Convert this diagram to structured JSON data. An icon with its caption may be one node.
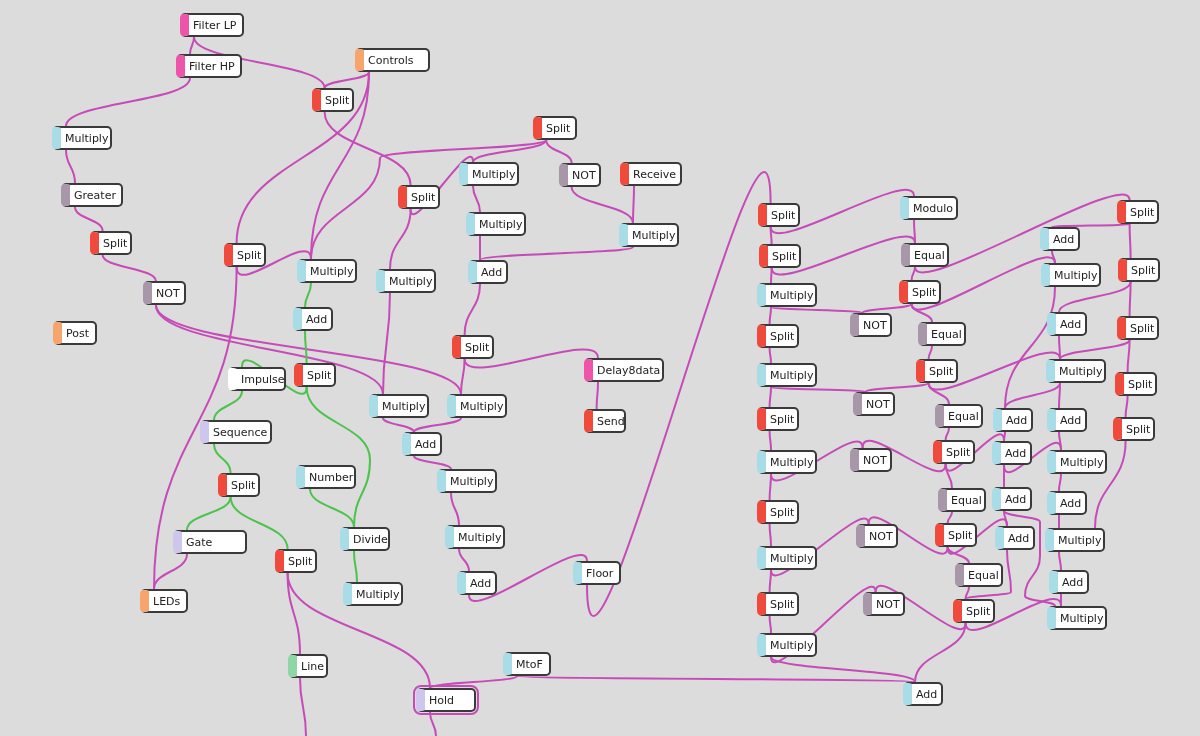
{
  "diagram": {
    "nodes": [
      {
        "text": [
          "Filter LP"
        ]
      },
      {
        "text": [
          "Filter HP"
        ]
      },
      {
        "text": [
          "Controls"
        ]
      },
      {
        "text": [
          "Split"
        ]
      },
      {
        "text": [
          "Multiply"
        ]
      },
      {
        "text": [
          "Split"
        ]
      },
      {
        "text": [
          "Multiply"
        ]
      },
      {
        "text": [
          "NOT"
        ]
      },
      {
        "text": [
          "Receive"
        ]
      },
      {
        "text": [
          "Greater"
        ]
      },
      {
        "text": [
          "Split"
        ]
      },
      {
        "text": [
          "Multiply"
        ]
      },
      {
        "text": [
          "Multiply"
        ]
      },
      {
        "text": [
          "Split"
        ]
      },
      {
        "text": [
          "Split"
        ]
      },
      {
        "text": [
          "Multiply"
        ]
      },
      {
        "text": [
          "Add"
        ]
      },
      {
        "text": [
          "Multiply"
        ]
      },
      {
        "text": [
          "NOT"
        ]
      },
      {
        "text": [
          "Post"
        ]
      },
      {
        "text": [
          "Add"
        ]
      },
      {
        "text": [
          "Split"
        ]
      },
      {
        "text": [
          "Delay8data"
        ]
      },
      {
        "text": [
          "Impulse"
        ]
      },
      {
        "text": [
          "Split"
        ]
      },
      {
        "text": [
          "Multiply"
        ]
      },
      {
        "text": [
          "Multiply"
        ]
      },
      {
        "text": [
          "Send"
        ]
      },
      {
        "text": [
          "Sequence"
        ]
      },
      {
        "text": [
          "Add"
        ]
      },
      {
        "text": [
          "Number"
        ]
      },
      {
        "text": [
          "Multiply"
        ]
      },
      {
        "text": [
          "Split"
        ]
      },
      {
        "text": [
          "Gate"
        ]
      },
      {
        "text": [
          "Divide"
        ]
      },
      {
        "text": [
          "Split"
        ]
      },
      {
        "text": [
          "Multiply"
        ]
      },
      {
        "text": [
          "Add"
        ]
      },
      {
        "text": [
          "Floor"
        ]
      },
      {
        "text": [
          "Multiply"
        ]
      },
      {
        "text": [
          "LEDs"
        ]
      },
      {
        "text": [
          "Line"
        ]
      },
      {
        "text": [
          "MtoF"
        ]
      },
      {
        "text": [
          "Hold"
        ]
      },
      {
        "text": [
          "Split"
        ]
      },
      {
        "text": [
          "Modulo"
        ]
      },
      {
        "text": [
          "Split"
        ]
      },
      {
        "text": [
          "Add"
        ]
      },
      {
        "text": [
          "Split"
        ]
      },
      {
        "text": [
          "Equal"
        ]
      },
      {
        "text": [
          "Multiply"
        ]
      },
      {
        "text": [
          "Split"
        ]
      },
      {
        "text": [
          "Multiply"
        ]
      },
      {
        "text": [
          "Split"
        ]
      },
      {
        "text": [
          "Add"
        ]
      },
      {
        "text": [
          "NOT"
        ]
      },
      {
        "text": [
          "Split"
        ]
      },
      {
        "text": [
          "Equal"
        ]
      },
      {
        "text": [
          "Split"
        ]
      },
      {
        "text": [
          "Split"
        ]
      },
      {
        "text": [
          "Multiply"
        ]
      },
      {
        "text": [
          "Multiply"
        ]
      },
      {
        "text": [
          "Split"
        ]
      },
      {
        "text": [
          "NOT"
        ]
      },
      {
        "text": [
          "Equal"
        ]
      },
      {
        "text": [
          "Split"
        ]
      },
      {
        "text": [
          "Add"
        ]
      },
      {
        "text": [
          "Add"
        ]
      },
      {
        "text": [
          "Split"
        ]
      },
      {
        "text": [
          "Split"
        ]
      },
      {
        "text": [
          "Add"
        ]
      },
      {
        "text": [
          "Multiply"
        ]
      },
      {
        "text": [
          "NOT"
        ]
      },
      {
        "text": [
          "Multiply"
        ]
      },
      {
        "text": [
          "Equal"
        ]
      },
      {
        "text": [
          "Add"
        ]
      },
      {
        "text": [
          "Add"
        ]
      },
      {
        "text": [
          "Split"
        ]
      },
      {
        "text": [
          "Split"
        ]
      },
      {
        "text": [
          "Add"
        ]
      },
      {
        "text": [
          "NOT"
        ]
      },
      {
        "text": [
          "Multiply"
        ]
      },
      {
        "text": [
          "Multiply"
        ]
      },
      {
        "text": [
          "Equal"
        ]
      },
      {
        "text": [
          "Add"
        ]
      },
      {
        "text": [
          "Split"
        ]
      },
      {
        "text": [
          "NOT"
        ]
      },
      {
        "text": [
          "Split"
        ]
      },
      {
        "text": [
          "Multiply"
        ]
      },
      {
        "text": [
          "Multiply"
        ]
      },
      {
        "text": [
          "Add"
        ]
      }
    ],
    "edges": [
      {
        "from": 0,
        "to": 1,
        "arrow": "none"
      },
      {
        "from": 0,
        "to": 3,
        "arrow": "none"
      },
      {
        "from": 1,
        "to": 4,
        "arrow": "none"
      },
      {
        "from": 4,
        "to": 9,
        "arrow": "none"
      },
      {
        "from": 9,
        "to": 13,
        "arrow": "none"
      },
      {
        "from": 13,
        "to": 18,
        "arrow": "none"
      },
      {
        "from": 18,
        "to": 25,
        "arrow": "none"
      },
      {
        "from": 18,
        "to": 26,
        "arrow": "none"
      },
      {
        "from": 2,
        "to": 3,
        "arrow": "none"
      },
      {
        "from": 2,
        "to": 15,
        "arrow": "none"
      },
      {
        "from": 2,
        "to": 14,
        "arrow": "none"
      },
      {
        "from": 3,
        "to": 10,
        "arrow": "none"
      },
      {
        "from": 5,
        "to": 15,
        "arrow": "none"
      },
      {
        "from": 10,
        "to": 6,
        "arrow": "none"
      },
      {
        "from": 10,
        "to": 17,
        "arrow": "none"
      },
      {
        "from": 5,
        "to": 6,
        "arrow": "none"
      },
      {
        "from": 5,
        "to": 7,
        "arrow": "none"
      },
      {
        "from": 7,
        "to": 12,
        "arrow": "none"
      },
      {
        "from": 8,
        "to": 12,
        "arrow": "none"
      },
      {
        "from": 6,
        "to": 11,
        "arrow": "none"
      },
      {
        "from": 11,
        "to": 16,
        "arrow": "none"
      },
      {
        "from": 12,
        "to": 16,
        "arrow": "none"
      },
      {
        "from": 16,
        "to": 21,
        "arrow": "none"
      },
      {
        "from": 21,
        "to": 22,
        "arrow": "none"
      },
      {
        "from": 21,
        "to": 26,
        "arrow": "none"
      },
      {
        "from": 22,
        "to": 27,
        "arrow": "none"
      },
      {
        "from": 14,
        "to": 15,
        "arrow": "none"
      },
      {
        "from": 14,
        "to": 40,
        "arrow": "none"
      },
      {
        "from": 15,
        "to": 20,
        "arrow": "none",
        "color": "#4cc34c"
      },
      {
        "from": 20,
        "to": 24,
        "arrow": "none",
        "color": "#4cc34c"
      },
      {
        "from": 24,
        "to": 23,
        "arrow": "none",
        "color": "#4cc34c"
      },
      {
        "from": 24,
        "to": 34,
        "arrow": "none",
        "color": "#4cc34c"
      },
      {
        "from": 23,
        "to": 28,
        "arrow": "none",
        "color": "#4cc34c"
      },
      {
        "from": 28,
        "to": 32,
        "arrow": "none",
        "color": "#4cc34c"
      },
      {
        "from": 32,
        "to": 33,
        "arrow": "none",
        "color": "#4cc34c"
      },
      {
        "from": 32,
        "to": 35,
        "arrow": "none",
        "color": "#4cc34c"
      },
      {
        "from": 33,
        "to": 40,
        "arrow": "none"
      },
      {
        "from": 30,
        "to": 34,
        "arrow": "none",
        "color": "#4cc34c"
      },
      {
        "from": 34,
        "to": 39,
        "arrow": "none",
        "color": "#4cc34c"
      },
      {
        "from": 17,
        "to": 25,
        "arrow": "none"
      },
      {
        "from": 25,
        "to": 29,
        "arrow": "none"
      },
      {
        "from": 26,
        "to": 29,
        "arrow": "none"
      },
      {
        "from": 29,
        "to": 31,
        "arrow": "none"
      },
      {
        "from": 31,
        "to": 36,
        "arrow": "none"
      },
      {
        "from": 36,
        "to": 37,
        "arrow": "none"
      },
      {
        "from": 37,
        "to": 38,
        "arrow": "none"
      },
      {
        "from": 38,
        "to": 44,
        "arrow": "none"
      },
      {
        "from": 35,
        "to": 41,
        "arrow": "none"
      },
      {
        "from": 35,
        "to": 43,
        "arrow": "none"
      },
      {
        "from": 42,
        "to": 43,
        "arrow": "none"
      },
      {
        "from": 42,
        "to": 90,
        "arrow": "none"
      },
      {
        "from": 41,
        "to": null,
        "arrow": "none"
      },
      {
        "from": 43,
        "to": null,
        "arrow": "none"
      },
      {
        "from": 44,
        "to": 48,
        "arrow": "none"
      },
      {
        "from": 44,
        "to": 45,
        "arrow": "none"
      },
      {
        "from": 48,
        "to": 52,
        "arrow": "none"
      },
      {
        "from": 48,
        "to": 49,
        "arrow": "none"
      },
      {
        "from": 45,
        "to": 49,
        "arrow": "none"
      },
      {
        "from": 49,
        "to": 53,
        "arrow": "none"
      },
      {
        "from": 49,
        "to": 46,
        "arrow": "none"
      },
      {
        "from": 53,
        "to": 55,
        "arrow": "none"
      },
      {
        "from": 53,
        "to": 57,
        "arrow": "none"
      },
      {
        "from": 53,
        "to": 50,
        "arrow": "none"
      },
      {
        "from": 46,
        "to": 47,
        "arrow": "none"
      },
      {
        "from": 46,
        "to": 51,
        "arrow": "none"
      },
      {
        "from": 47,
        "to": 50,
        "arrow": "none"
      },
      {
        "from": 50,
        "to": 66,
        "arrow": "none"
      },
      {
        "from": 51,
        "to": 54,
        "arrow": "none"
      },
      {
        "from": 51,
        "to": 56,
        "arrow": "none"
      },
      {
        "from": 52,
        "to": 58,
        "arrow": "none"
      },
      {
        "from": 52,
        "to": 55,
        "arrow": "none"
      },
      {
        "from": 54,
        "to": 60,
        "arrow": "none"
      },
      {
        "from": 56,
        "to": 62,
        "arrow": "none"
      },
      {
        "from": 56,
        "to": 60,
        "arrow": "none"
      },
      {
        "from": 57,
        "to": 59,
        "arrow": "none"
      },
      {
        "from": 59,
        "to": 63,
        "arrow": "none"
      },
      {
        "from": 59,
        "to": 64,
        "arrow": "none"
      },
      {
        "from": 59,
        "to": 60,
        "arrow": "none"
      },
      {
        "from": 58,
        "to": 61,
        "arrow": "none"
      },
      {
        "from": 61,
        "to": 63,
        "arrow": "none"
      },
      {
        "from": 61,
        "to": 65,
        "arrow": "none"
      },
      {
        "from": 60,
        "to": 66,
        "arrow": "none"
      },
      {
        "from": 60,
        "to": 67,
        "arrow": "none"
      },
      {
        "from": 62,
        "to": 68,
        "arrow": "none"
      },
      {
        "from": 64,
        "to": 69,
        "arrow": "none"
      },
      {
        "from": 69,
        "to": 72,
        "arrow": "none"
      },
      {
        "from": 69,
        "to": 70,
        "arrow": "none"
      },
      {
        "from": 66,
        "to": 70,
        "arrow": "none"
      },
      {
        "from": 67,
        "to": 73,
        "arrow": "none"
      },
      {
        "from": 68,
        "to": 81,
        "arrow": "none"
      },
      {
        "from": 65,
        "to": 71,
        "arrow": "none"
      },
      {
        "from": 71,
        "to": 72,
        "arrow": "none"
      },
      {
        "from": 71,
        "to": 77,
        "arrow": "none"
      },
      {
        "from": 69,
        "to": 74,
        "arrow": "none"
      },
      {
        "from": 70,
        "to": 75,
        "arrow": "none"
      },
      {
        "from": 70,
        "to": 73,
        "arrow": "none"
      },
      {
        "from": 74,
        "to": 78,
        "arrow": "none"
      },
      {
        "from": 78,
        "to": 80,
        "arrow": "none"
      },
      {
        "from": 78,
        "to": 79,
        "arrow": "none"
      },
      {
        "from": 78,
        "to": 83,
        "arrow": "none"
      },
      {
        "from": 75,
        "to": 79,
        "arrow": "none"
      },
      {
        "from": 75,
        "to": 88,
        "arrow": "none"
      },
      {
        "from": 73,
        "to": 76,
        "arrow": "none"
      },
      {
        "from": 76,
        "to": 81,
        "arrow": "none"
      },
      {
        "from": 77,
        "to": 82,
        "arrow": "none"
      },
      {
        "from": 82,
        "to": 80,
        "arrow": "none"
      },
      {
        "from": 82,
        "to": 85,
        "arrow": "none"
      },
      {
        "from": 81,
        "to": 84,
        "arrow": "none"
      },
      {
        "from": 84,
        "to": 88,
        "arrow": "none"
      },
      {
        "from": 83,
        "to": 87,
        "arrow": "none"
      },
      {
        "from": 79,
        "to": 87,
        "arrow": "none"
      },
      {
        "from": 87,
        "to": 86,
        "arrow": "none"
      },
      {
        "from": 87,
        "to": 88,
        "arrow": "none"
      },
      {
        "from": 87,
        "to": 90,
        "arrow": "none"
      },
      {
        "from": 85,
        "to": 89,
        "arrow": "none"
      },
      {
        "from": 89,
        "to": 86,
        "arrow": "none"
      },
      {
        "from": 89,
        "to": 90,
        "arrow": "none"
      }
    ]
  }
}
